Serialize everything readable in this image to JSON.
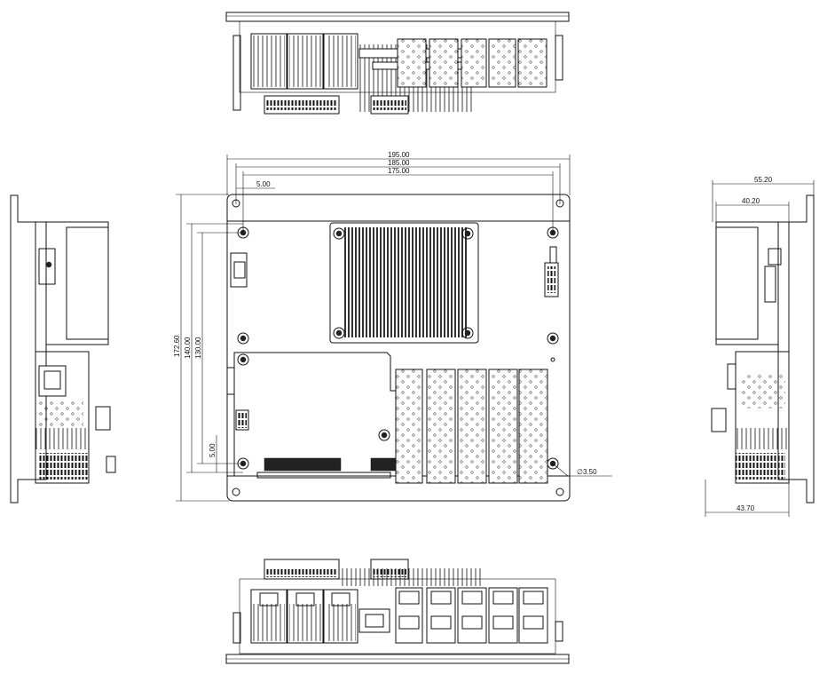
{
  "dimensions": {
    "width_195": "195.00",
    "width_185": "185.00",
    "width_175": "175.00",
    "offset_5_top": "5.00",
    "height_172": "172.60",
    "height_140": "140.00",
    "height_130": "130.00",
    "offset_5_left": "5.00",
    "hole_dia": "∅3.50",
    "side_55": "55.20",
    "side_40": "40.20",
    "side_43": "43.70"
  }
}
